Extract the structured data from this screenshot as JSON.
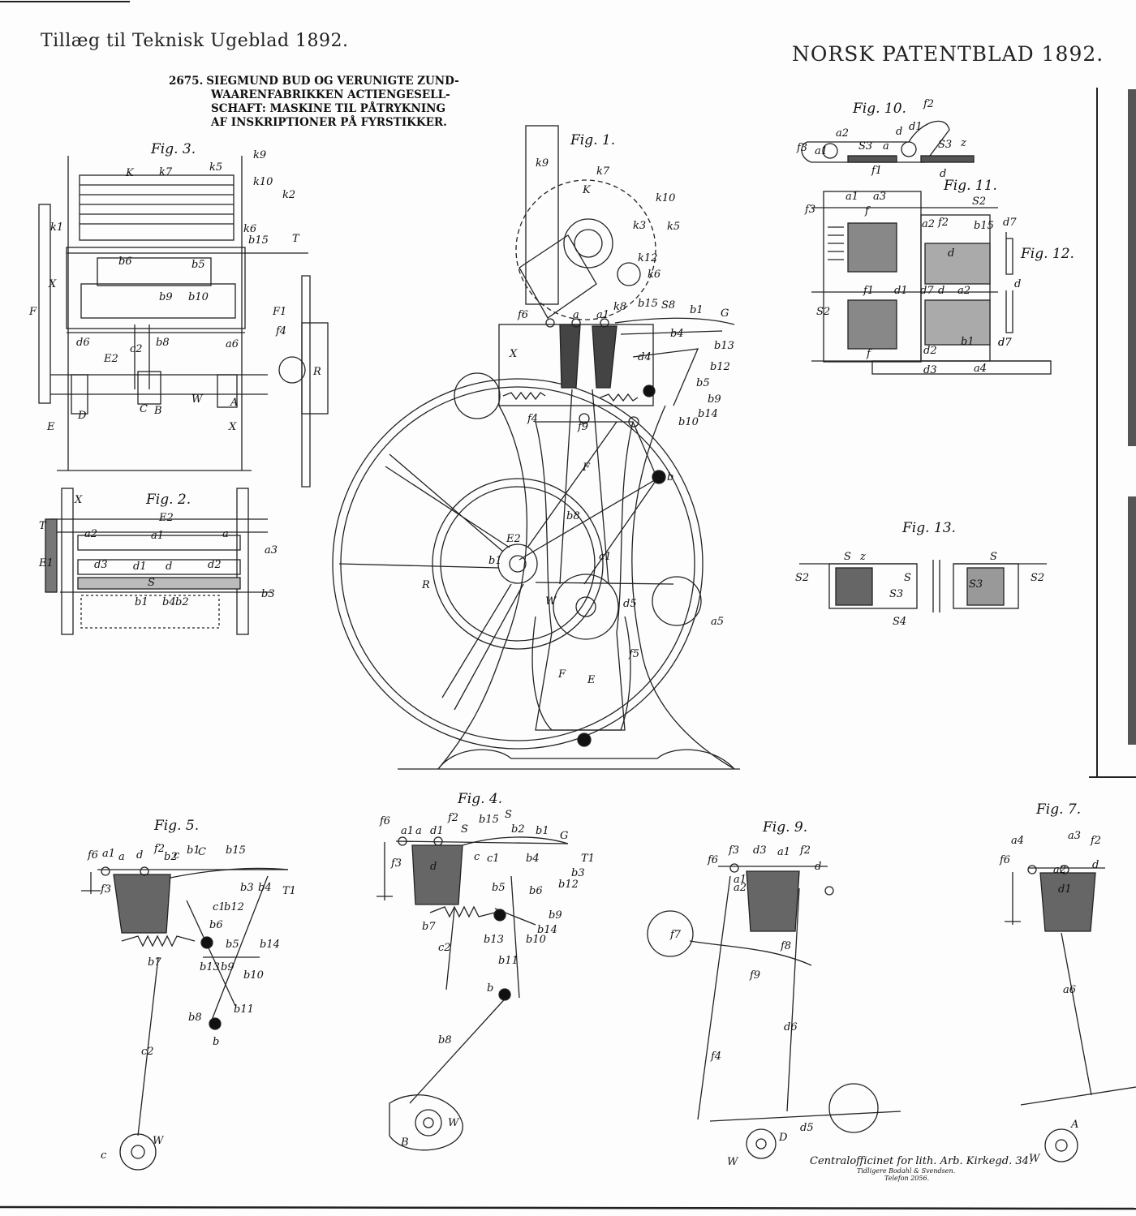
{
  "header": {
    "left": "Tillæg til Teknisk Ugeblad 1892.",
    "right": "NORSK PATENTBLAD 1892."
  },
  "patent": {
    "number": "2675.",
    "line1": "SIEGMUND BUD OG VERUNIGTE ZUND-",
    "line2": "WAARENFABRIKKEN ACTIENGESELL-",
    "line3": "SCHAFT: MASKINE TIL PÅTRYKNING",
    "line4": "AF INSKRIPTIONER PÅ FYRSTIKKER."
  },
  "figures": {
    "fig1": "Fig. 1.",
    "fig2": "Fig. 2.",
    "fig3": "Fig. 3.",
    "fig4": "Fig. 4.",
    "fig5": "Fig. 5.",
    "fig7": "Fig. 7.",
    "fig9": "Fig. 9.",
    "fig10": "Fig. 10.",
    "fig11": "Fig. 11.",
    "fig12": "Fig. 12.",
    "fig13": "Fig. 13."
  },
  "imprint": {
    "line1": "Centralofficinet for lith. Arb. Kirkegd. 34.",
    "line2": "Tidligere Bodahl & Svendsen.",
    "line3": "Telefon 2056."
  },
  "labels": {
    "fig1": [
      "k9",
      "k7",
      "K",
      "k5",
      "k10",
      "k3",
      "k12",
      "k6",
      "b15",
      "S8",
      "b1",
      "G",
      "a",
      "a1",
      "k8",
      "f6",
      "X",
      "b4",
      "d4",
      "b13",
      "b12",
      "b5",
      "b9",
      "b14",
      "b10",
      "f4",
      "f9",
      "F",
      "b",
      "b8",
      "E2",
      "b1",
      "c1",
      "W",
      "d5",
      "a5",
      "R",
      "F",
      "E",
      "f5"
    ],
    "fig3": [
      "K",
      "k7",
      "k5",
      "k9",
      "k2",
      "k1",
      "k10",
      "k6",
      "b15",
      "T",
      "b6",
      "b5",
      "b10",
      "b9",
      "X",
      "F",
      "F1",
      "f4",
      "d6",
      "E2",
      "c2",
      "b8",
      "a6",
      "D",
      "C",
      "B",
      "W",
      "A",
      "X",
      "E",
      "R"
    ],
    "fig2": [
      "X",
      "E2",
      "a2",
      "a1",
      "a",
      "a3",
      "d3",
      "d1",
      "d",
      "d2",
      "S",
      "b1",
      "b4",
      "b2",
      "b3",
      "T",
      "E1",
      "E"
    ],
    "fig4": [
      "f6",
      "a1",
      "a",
      "d1",
      "f2",
      "S",
      "b15",
      "S",
      "b2",
      "b1",
      "G",
      "f3",
      "d",
      "c",
      "c1",
      "b4",
      "T1",
      "b6",
      "b3",
      "b12",
      "b5",
      "b9",
      "b7",
      "c2",
      "b13",
      "b10",
      "b14",
      "b11",
      "b",
      "b8",
      "W",
      "B"
    ],
    "fig5": [
      "f6",
      "a1",
      "a",
      "d",
      "f2",
      "b2",
      "c",
      "b1",
      "C",
      "b15",
      "f3",
      "b3",
      "b4",
      "T1",
      "c1",
      "b12",
      "b6",
      "b5",
      "b14",
      "b7",
      "b13",
      "b9",
      "b10",
      "b8",
      "b11",
      "b",
      "c2",
      "c",
      "W"
    ],
    "fig9": [
      "f6",
      "f3",
      "d3",
      "a1",
      "f2",
      "d",
      "a2",
      "a1",
      "f7",
      "f8",
      "f9",
      "d6",
      "f4",
      "d5",
      "D",
      "W"
    ],
    "fig7": [
      "a4",
      "a3",
      "f2",
      "f6",
      "a2",
      "d",
      "d1",
      "a6",
      "A",
      "W"
    ],
    "fig10": [
      "f2",
      "a2",
      "d",
      "d1",
      "a1",
      "S3",
      "a",
      "S3",
      "z",
      "f3",
      "f1",
      "d"
    ],
    "fig11": [
      "a1",
      "a3",
      "S2",
      "f3",
      "f",
      "a2",
      "f2",
      "b15",
      "d",
      "f1",
      "d1",
      "d7",
      "d",
      "a2",
      "S2",
      "b1",
      "d7",
      "f",
      "d2",
      "d3",
      "a4"
    ],
    "fig12": [
      "d7",
      "d",
      "d7"
    ],
    "fig13": [
      "S",
      "z",
      "S",
      "S2",
      "S",
      "S3",
      "S3",
      "S2",
      "S4"
    ]
  }
}
